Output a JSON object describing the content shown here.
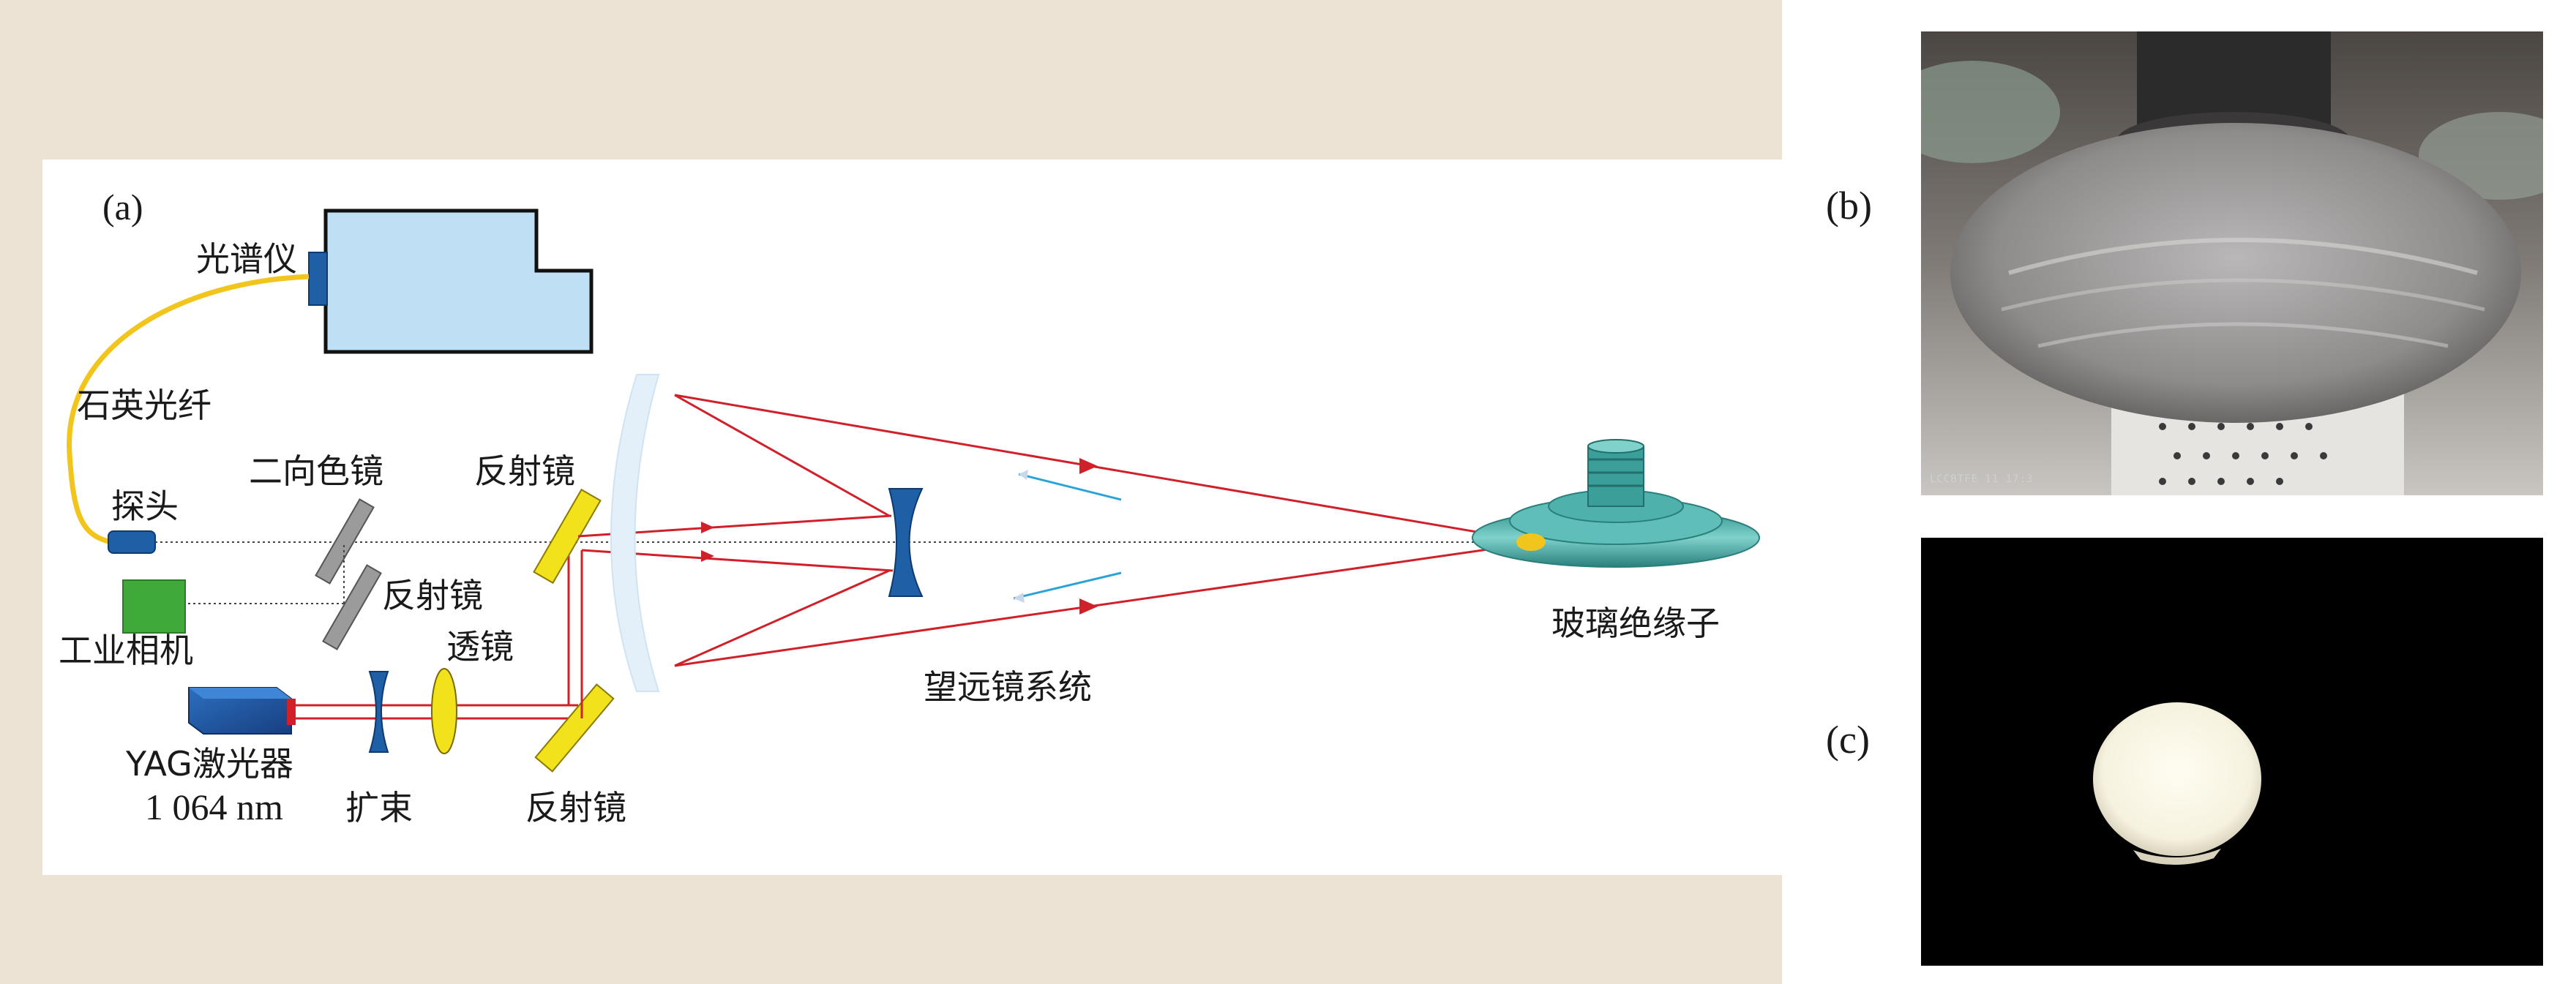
{
  "panels": {
    "a": "(a)",
    "b": "(b)",
    "c": "(c)"
  },
  "labels": {
    "spectrometer": "光谱仪",
    "fiber": "石英光纤",
    "probe": "探头",
    "dichroic": "二向色镜",
    "mirror_top": "反射镜",
    "mirror_mid": "反射镜",
    "camera": "工业相机",
    "lens": "透镜",
    "laser_name": "YAG激光器",
    "laser_wavelength": "1 064 nm",
    "beam_expander": "扩束",
    "mirror_bottom": "反射镜",
    "telescope": "望远镜系统",
    "insulator": "玻璃绝缘子"
  },
  "photo_b": {
    "watermark": "LCCBTFE 11 17:3"
  },
  "colors": {
    "beige": "#ede3d4",
    "spectrometer_fill": "#bfe0f4",
    "laser_red": "#d0202a",
    "fiber_yellow": "#f2c51c",
    "mirror_yellow": "#f2e21b",
    "optic_blue": "#1f5fa6",
    "camera_green": "#3faa3a",
    "insulator_teal": "#3fa7a3"
  }
}
